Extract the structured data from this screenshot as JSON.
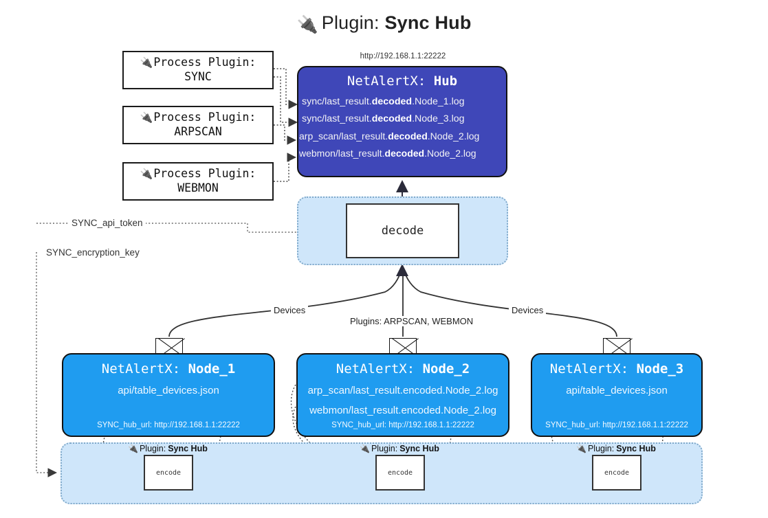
{
  "title": {
    "icon": "plug-icon",
    "prefix": "Plugin:",
    "name": "Sync Hub"
  },
  "process_plugins": [
    {
      "icon": "plug-icon",
      "line1": "Process Plugin:",
      "line2": "SYNC"
    },
    {
      "icon": "plug-icon",
      "line1": "Process Plugin:",
      "line2": "ARPSCAN"
    },
    {
      "icon": "plug-icon",
      "line1": "Process Plugin:",
      "line2": "WEBMON"
    }
  ],
  "hub": {
    "url": "http://192.168.1.1:22222",
    "title_prefix": "NetAlertX:",
    "title_name": "Hub",
    "color": "#3f47b8",
    "lines": [
      {
        "pre": "sync/last_result.",
        "mid": "decoded",
        "post": ".Node_1.log"
      },
      {
        "pre": "sync/last_result.",
        "mid": "decoded",
        "post": ".Node_3.log"
      },
      {
        "pre": "arp_scan/last_result.",
        "mid": "decoded",
        "post": ".Node_2.log"
      },
      {
        "pre": "webmon/last_result.",
        "mid": "decoded",
        "post": ".Node_2.log"
      }
    ]
  },
  "decode": {
    "label": "decode",
    "container_color": "#cfe6fa"
  },
  "keys": {
    "api_token": "SYNC_api_token",
    "encryption_key": "SYNC_encryption_key"
  },
  "edge_labels": {
    "devices_left": "Devices",
    "devices_right": "Devices",
    "plugins_center": "Plugins: ARPSCAN, WEBMON"
  },
  "nodes": [
    {
      "title_prefix": "NetAlertX:",
      "title_name": "Node_1",
      "color": "#1f9cf0",
      "lines": [
        "api/table_devices.json"
      ],
      "footer": "SYNC_hub_url: http://192.168.1.1:22222",
      "envelope_icon": "envelope-icon"
    },
    {
      "title_prefix": "NetAlertX:",
      "title_name": "Node_2",
      "color": "#1f9cf0",
      "lines": [
        "arp_scan/last_result.encoded.Node_2.log",
        "webmon/last_result.encoded.Node_2.log"
      ],
      "footer": "SYNC_hub_url: http://192.168.1.1:22222",
      "envelope_icon": "envelope-icon"
    },
    {
      "title_prefix": "NetAlertX:",
      "title_name": "Node_3",
      "color": "#1f9cf0",
      "lines": [
        "api/table_devices.json"
      ],
      "footer": "SYNC_hub_url: http://192.168.1.1:22222",
      "envelope_icon": "envelope-icon"
    }
  ],
  "encode_band": {
    "container_color": "#cfe6fa",
    "items": [
      {
        "icon": "plug-icon",
        "prefix": "Plugin:",
        "name": "Sync Hub",
        "box_label": "encode"
      },
      {
        "icon": "plug-icon",
        "prefix": "Plugin:",
        "name": "Sync Hub",
        "box_label": "encode"
      },
      {
        "icon": "plug-icon",
        "prefix": "Plugin:",
        "name": "Sync Hub",
        "box_label": "encode"
      }
    ]
  }
}
